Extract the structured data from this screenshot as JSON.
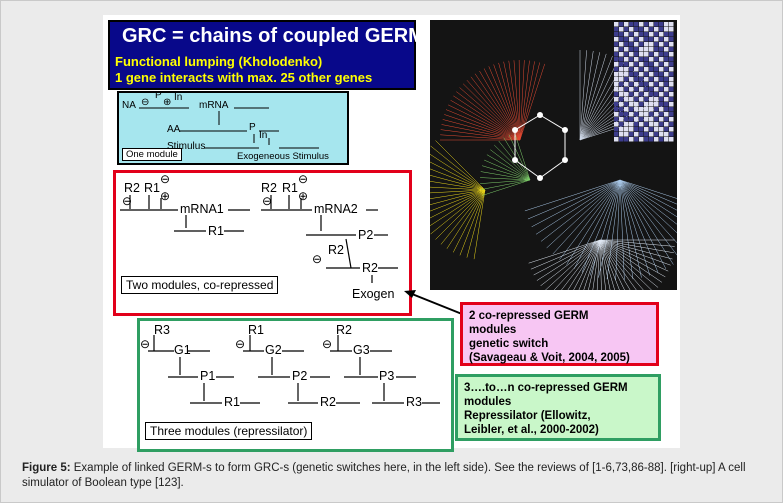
{
  "title": {
    "main": "GRC = chains of coupled GERMs",
    "line2": "Functional lumping (Kholodenko)",
    "line3": "1 gene interacts with max. 25 other genes"
  },
  "one_module": {
    "label": "One module",
    "NA": "NA",
    "P": "P",
    "In": "In",
    "mRNA": "mRNA",
    "AA": "AA",
    "P2": "P",
    "Stimulus": "Stimulus",
    "In2": "In",
    "Exogenous": "Exogeneous Stimulus",
    "minus": "⊖",
    "plus": "⊕"
  },
  "two_modules": {
    "label": "Two modules, co-repressed",
    "R2a": "R2",
    "R1a": "R1",
    "mRNA1": "mRNA1",
    "R1out": "R1",
    "R2b": "R2",
    "R1b": "R1",
    "mRNA2": "mRNA2",
    "P2": "P2",
    "R2c": "R2",
    "R2out": "R2",
    "Exogen": "Exogen",
    "minus": "⊖",
    "plus": "⊕"
  },
  "three_modules": {
    "label": "Three modules (repressilator)",
    "R3": "R3",
    "R1": "R1",
    "R2": "R2",
    "G1": "G1",
    "G2": "G2",
    "G3": "G3",
    "P1": "P1",
    "P2": "P2",
    "P3": "P3",
    "R1out": "R1",
    "R2out": "R2",
    "R3out": "R3",
    "minus": "⊖"
  },
  "pink_box": {
    "line1": "2 co-repressed GERM",
    "line2": "modules",
    "line3": "genetic switch",
    "line4": "(Savageau & Voit, 2004, 2005)"
  },
  "green_box": {
    "line1": "3….to…n co-repressed GERM",
    "line2": "modules",
    "line3": "Repressilator (Ellowitz,",
    "line4": "Leibler, et al., 2000-2002)"
  },
  "caption": {
    "label": "Figure 5:",
    "text": " Example of linked GERM-s to form GRC-s (genetic switches here, in the left side). See the reviews of [1-6,73,86-88]. [right-up] A cell simulator of Boolean type [123]."
  }
}
